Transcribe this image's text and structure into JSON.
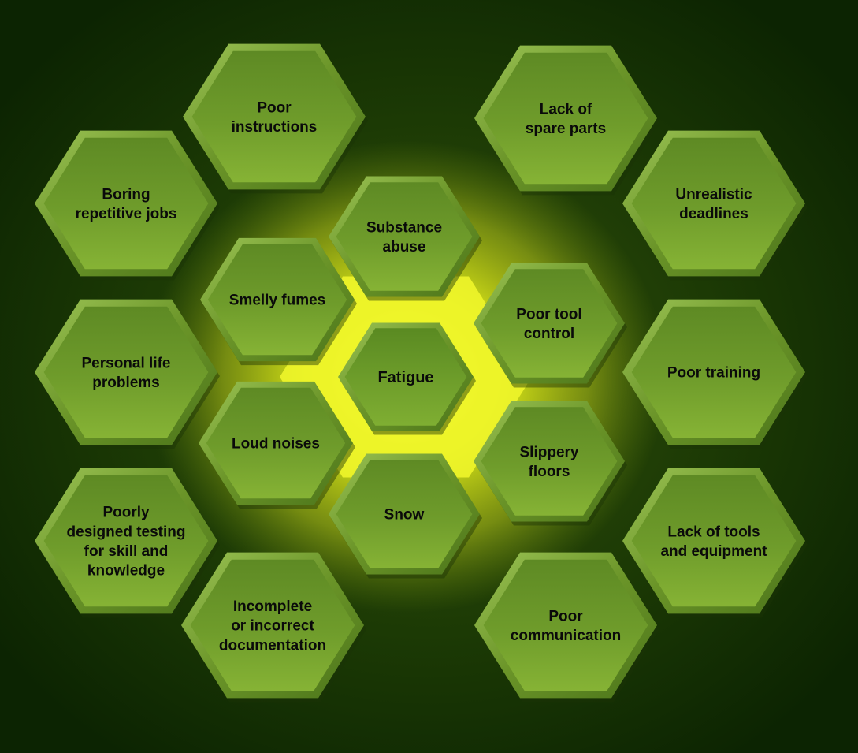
{
  "diagram": {
    "colors": {
      "background_center": "#2f4a08",
      "background_edge": "#0e2702",
      "glow": "#f2ff1a",
      "hex_light": "#83ad33",
      "hex_dark": "#557f20",
      "text": "#0a0a0a"
    },
    "center": {
      "label": "Fatigue"
    },
    "hexagons": [
      {
        "id": "poor-instructions",
        "lines": [
          "Poor",
          "instructions"
        ]
      },
      {
        "id": "lack-of-spare-parts",
        "lines": [
          "Lack of",
          "spare parts"
        ]
      },
      {
        "id": "boring-repetitive-jobs",
        "lines": [
          "Boring",
          "repetitive jobs"
        ]
      },
      {
        "id": "unrealistic-deadlines",
        "lines": [
          "Unrealistic",
          "deadlines"
        ]
      },
      {
        "id": "substance-abuse",
        "lines": [
          "Substance",
          "abuse"
        ]
      },
      {
        "id": "smelly-fumes",
        "lines": [
          "Smelly fumes"
        ]
      },
      {
        "id": "poor-tool-control",
        "lines": [
          "Poor tool",
          "control"
        ]
      },
      {
        "id": "personal-life-problems",
        "lines": [
          "Personal life",
          "problems"
        ]
      },
      {
        "id": "poor-training",
        "lines": [
          "Poor training"
        ]
      },
      {
        "id": "loud-noises",
        "lines": [
          "Loud noises"
        ]
      },
      {
        "id": "slippery-floors",
        "lines": [
          "Slippery",
          "floors"
        ]
      },
      {
        "id": "snow",
        "lines": [
          "Snow"
        ]
      },
      {
        "id": "poorly-designed-testing",
        "lines": [
          "Poorly",
          "designed testing",
          "for skill and",
          "knowledge"
        ]
      },
      {
        "id": "lack-of-tools-and-equipment",
        "lines": [
          "Lack of tools",
          "and equipment"
        ]
      },
      {
        "id": "incomplete-documentation",
        "lines": [
          "Incomplete",
          "or incorrect",
          "documentation"
        ]
      },
      {
        "id": "poor-communication",
        "lines": [
          "Poor",
          "communication"
        ]
      }
    ]
  }
}
